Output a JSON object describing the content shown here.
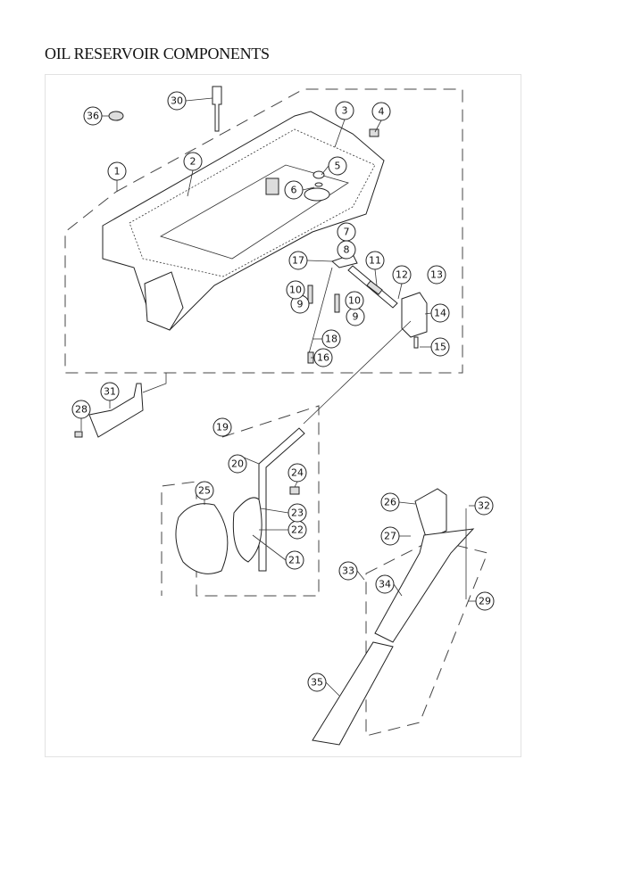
{
  "page": {
    "title": "OIL RESERVOIR COMPONENTS"
  },
  "callouts": {
    "c1": "1",
    "c2": "2",
    "c3": "3",
    "c4": "4",
    "c5": "5",
    "c6": "6",
    "c7": "7",
    "c8": "8",
    "c9a": "9",
    "c9b": "9",
    "c10a": "10",
    "c10b": "10",
    "c11": "11",
    "c12": "12",
    "c13": "13",
    "c14": "14",
    "c15": "15",
    "c16": "16",
    "c17": "17",
    "c18": "18",
    "c19": "19",
    "c20": "20",
    "c21": "21",
    "c22": "22",
    "c23": "23",
    "c24": "24",
    "c25": "25",
    "c26": "26",
    "c27": "27",
    "c28": "28",
    "c29": "29",
    "c30": "30",
    "c31": "31",
    "c32": "32",
    "c33": "33",
    "c34": "34",
    "c35": "35",
    "c36": "36"
  }
}
